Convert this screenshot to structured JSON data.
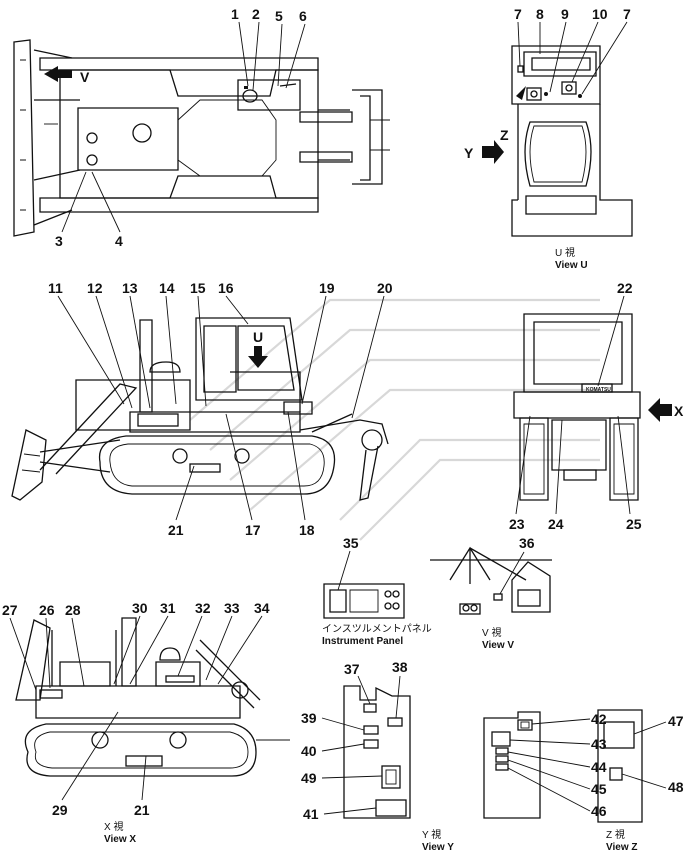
{
  "callouts": {
    "c1": "1",
    "c2": "2",
    "c3": "3",
    "c4": "4",
    "c5": "5",
    "c6": "6",
    "c7a": "7",
    "c7b": "7",
    "c8": "8",
    "c9": "9",
    "c10": "10",
    "c11": "11",
    "c12": "12",
    "c13": "13",
    "c14": "14",
    "c15": "15",
    "c16": "16",
    "c17": "17",
    "c18": "18",
    "c19": "19",
    "c20": "20",
    "c21a": "21",
    "c21b": "21",
    "c22": "22",
    "c23": "23",
    "c24": "24",
    "c25": "25",
    "c26": "26",
    "c27": "27",
    "c28": "28",
    "c29": "29",
    "c30": "30",
    "c31": "31",
    "c32": "32",
    "c33": "33",
    "c34": "34",
    "c35": "35",
    "c36": "36",
    "c37": "37",
    "c38": "38",
    "c39": "39",
    "c40": "40",
    "c41": "41",
    "c42": "42",
    "c43": "43",
    "c44": "44",
    "c45": "45",
    "c46": "46",
    "c47": "47",
    "c48": "48",
    "c49": "49"
  },
  "view_markers": {
    "v": "V",
    "u": "U",
    "x": "X",
    "y": "Y",
    "z": "Z"
  },
  "captions": {
    "view_u_jp": "U 視",
    "view_u": "View U",
    "view_v_jp": "V 視",
    "view_v": "View V",
    "view_x_jp": "X 視",
    "view_x": "View X",
    "view_y_jp": "Y 視",
    "view_y": "View Y",
    "view_z_jp": "Z 視",
    "view_z": "View Z",
    "panel_jp": "インスツルメントパネル",
    "panel": "Instrument Panel"
  },
  "brand_plate": "KOMATSU"
}
